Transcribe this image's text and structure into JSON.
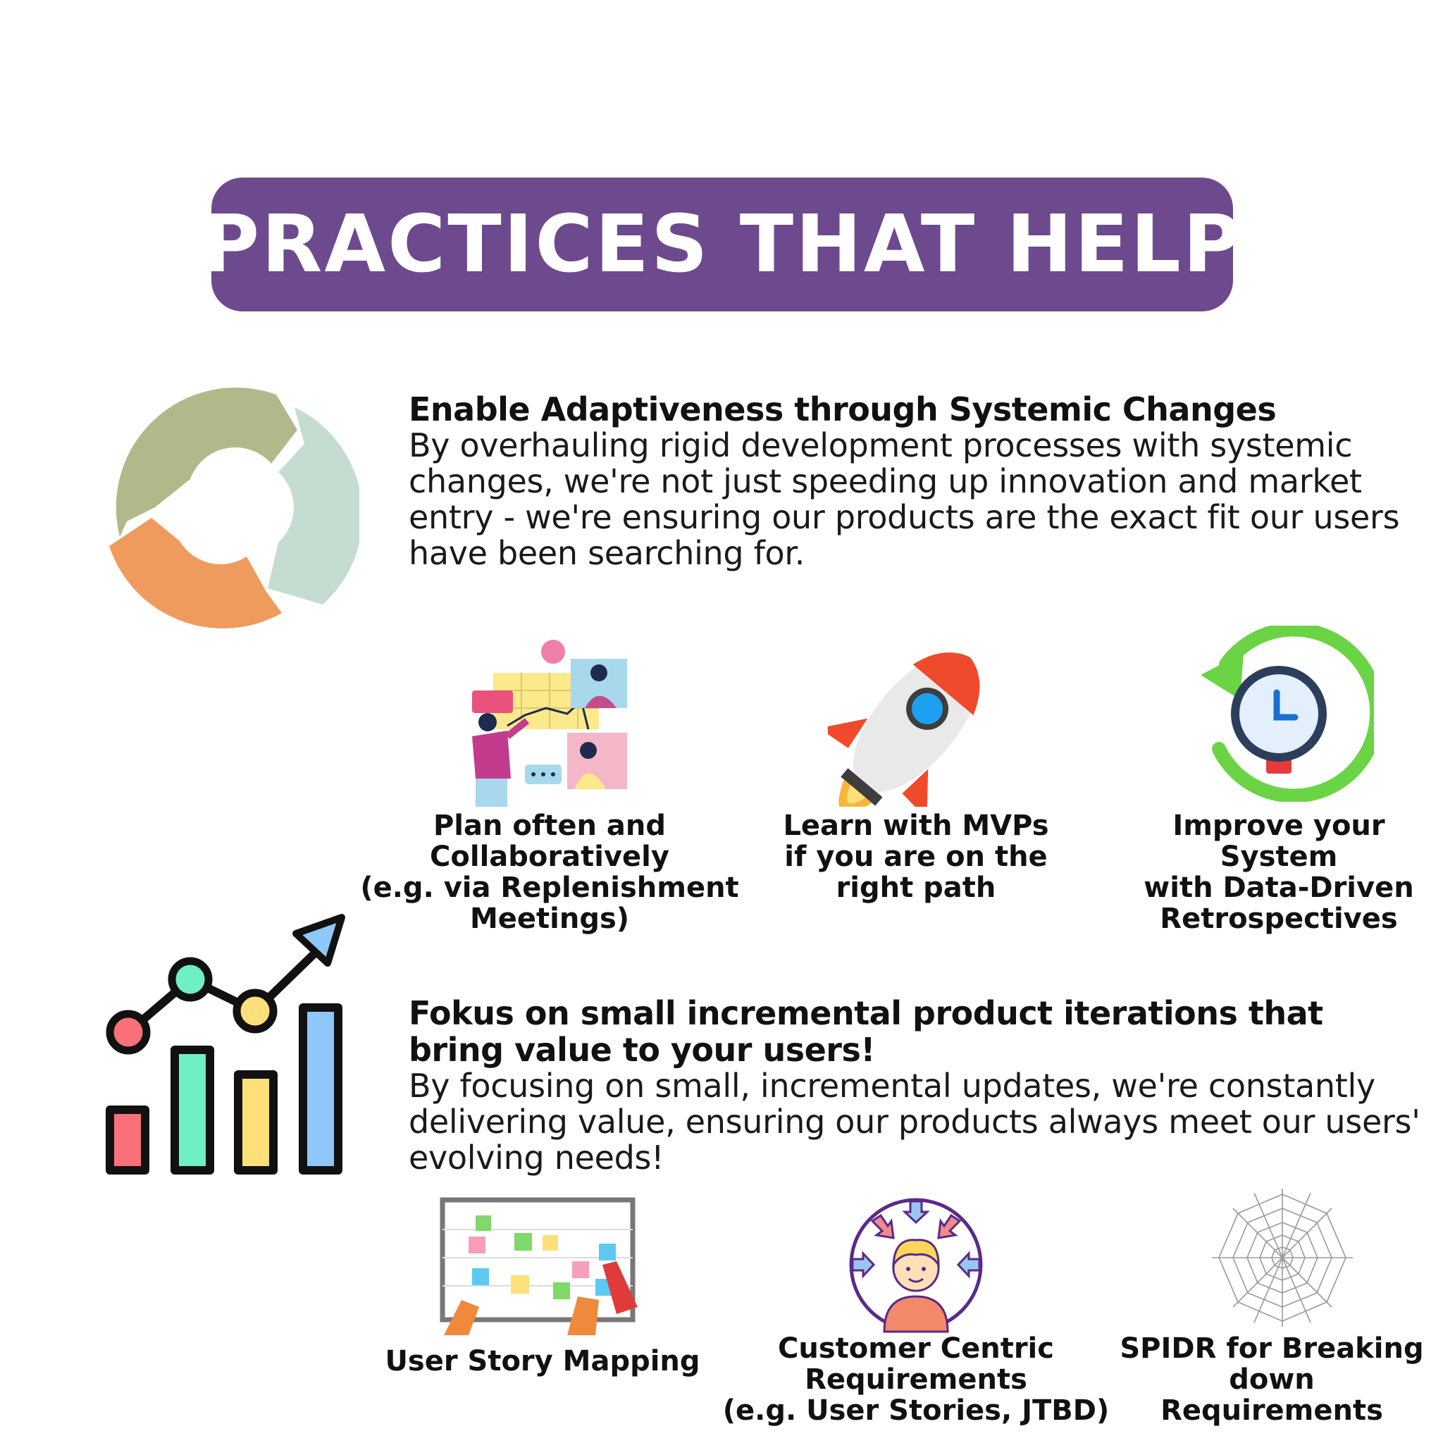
{
  "banner": {
    "title": "PRACTICES THAT HELP"
  },
  "section1": {
    "heading": "Enable Adaptiveness through Systemic Changes",
    "body": "By overhauling rigid development processes with systemic changes, we're not just speeding up innovation and market entry - we're ensuring our products are the exact fit our users have been searching for.",
    "practices": [
      {
        "caption": "Plan often and\nCollaboratively\n(e.g. via Replenishment\nMeetings)",
        "icon": "collaborative-planning-illustration"
      },
      {
        "caption": "Learn with MVPs\nif you are on the\nright path",
        "icon": "rocket-icon"
      },
      {
        "caption": "Improve your\nSystem\nwith Data-Driven\nRetrospectives",
        "icon": "clock-refresh-icon"
      }
    ]
  },
  "section2": {
    "heading": "Fokus on small incremental product iterations that bring value to your users!",
    "body": "By focusing on small, incremental updates, we're constantly delivering value, ensuring our products always meet our users' evolving needs!",
    "practices": [
      {
        "caption": "User Story Mapping",
        "icon": "story-map-board-illustration"
      },
      {
        "caption": "Customer Centric\nRequirements\n(e.g. User Stories, JTBD)",
        "icon": "customer-centric-icon"
      },
      {
        "caption": "SPIDR for Breaking\ndown\nRequirements",
        "icon": "spider-web-icon"
      }
    ]
  },
  "colors": {
    "banner": "#6d4a8d",
    "cycle_green": "#b1b98b",
    "cycle_orange": "#ef9b5d",
    "cycle_mint": "#c5dcd1",
    "rocket_red": "#ef4a2b",
    "refresh_green": "#6ad445",
    "bar_red": "#f7707a",
    "bar_green": "#6ff0c4",
    "bar_yellow": "#fde07a",
    "bar_blue": "#8ec7f8"
  }
}
